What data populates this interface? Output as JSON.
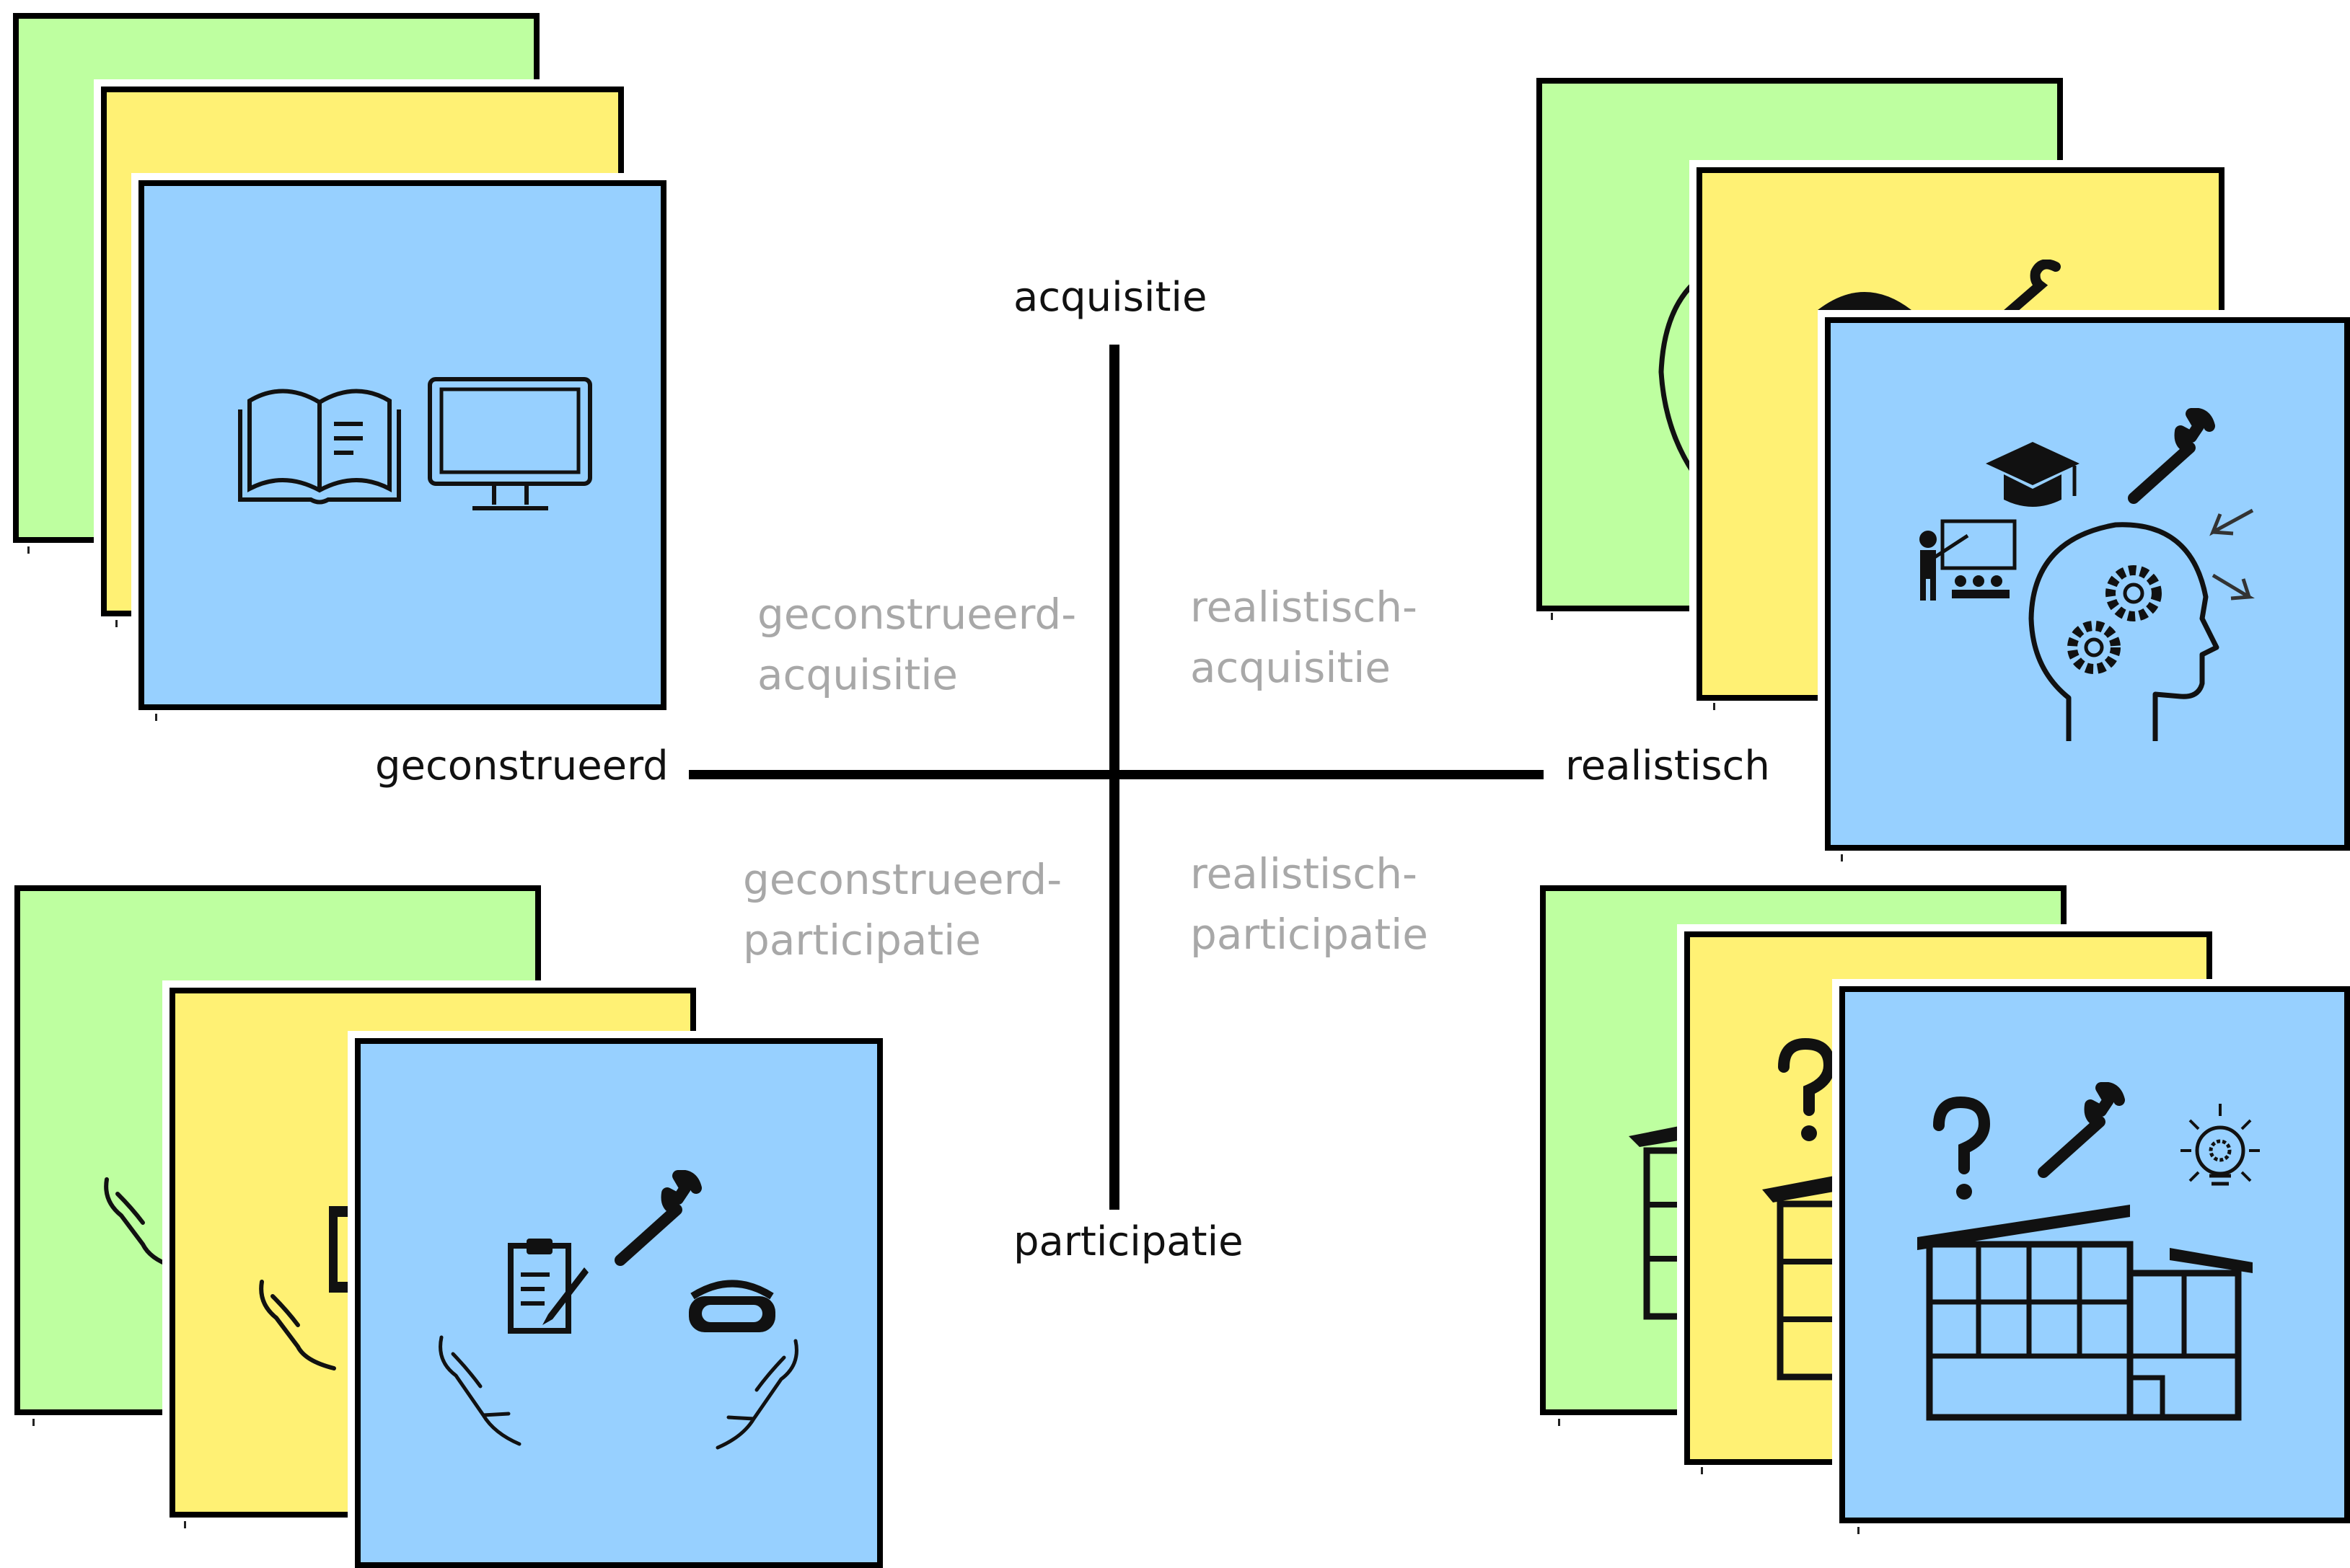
{
  "axes": {
    "top": "acquisitie",
    "bottom": "participatie",
    "left": "geconstrueerd",
    "right": "realistisch"
  },
  "quadrants": {
    "top_left": [
      "geconstrueerd-",
      "acquisitie"
    ],
    "top_right": [
      "realistisch-",
      "acquisitie"
    ],
    "bottom_left": [
      "geconstrueerd-",
      "participatie"
    ],
    "bottom_right": [
      "realistisch-",
      "participatie"
    ]
  },
  "colors": {
    "green_card": "#beffa0",
    "yellow_card": "#fff174",
    "blue_card": "#97d0ff",
    "axis": "#000000",
    "quadrant_text": "#a8a8a8"
  },
  "card_stacks": {
    "top_left": {
      "front_icons": [
        "open-book-icon",
        "computer-monitor-icon"
      ]
    },
    "top_right": {
      "front_icons": [
        "graduation-cap-icon",
        "wrench-icon",
        "teacher-presentation-icon",
        "head-with-gears-icon",
        "arrows-icon"
      ]
    },
    "bottom_left": {
      "front_icons": [
        "clipboard-icon",
        "wrench-icon",
        "vr-headset-icon",
        "open-hands-icon"
      ]
    },
    "bottom_right": {
      "front_icons": [
        "question-mark-icon",
        "wrench-icon",
        "lightbulb-gear-icon",
        "factory-building-icon"
      ]
    }
  }
}
